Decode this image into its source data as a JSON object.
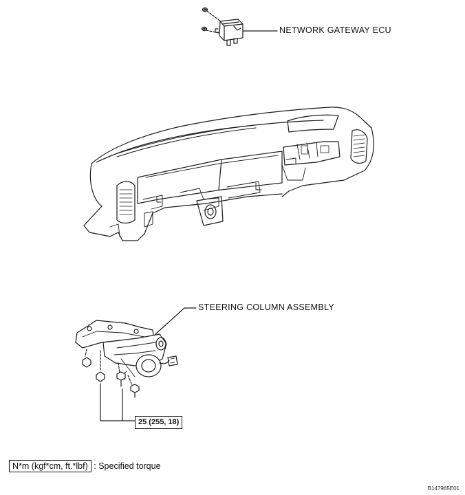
{
  "labels": {
    "network_gateway_ecu": "NETWORK GATEWAY ECU",
    "steering_column_assembly": "STEERING COLUMN ASSEMBLY"
  },
  "torque": {
    "value": "25 (255, 18)"
  },
  "legend": {
    "unit": "N*m (kgf*cm, ft.*lbf)",
    "separator": ":",
    "description": "Specified torque"
  },
  "figure_code": "B147965E01"
}
